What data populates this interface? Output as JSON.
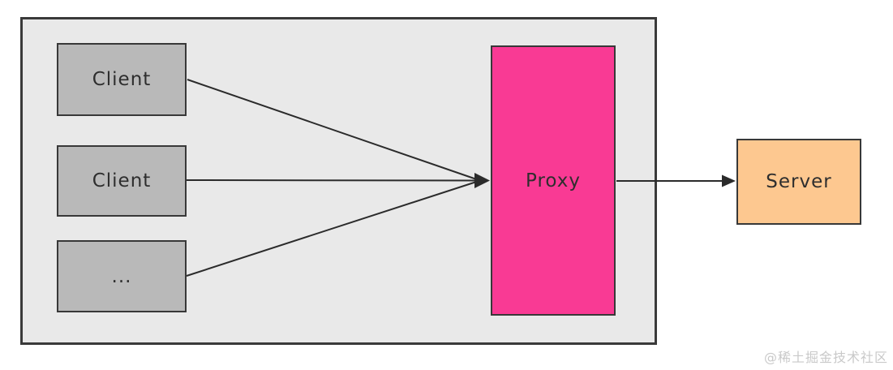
{
  "diagram": {
    "nodes": [
      {
        "id": "client-1",
        "label": "Client",
        "fill": "#b9b9b9"
      },
      {
        "id": "client-2",
        "label": "Client",
        "fill": "#b9b9b9"
      },
      {
        "id": "client-more",
        "label": "...",
        "fill": "#b9b9b9"
      },
      {
        "id": "proxy",
        "label": "Proxy",
        "fill": "#f93a94"
      },
      {
        "id": "server",
        "label": "Server",
        "fill": "#fdc890"
      }
    ],
    "edges": [
      {
        "from": "client-1",
        "to": "proxy",
        "arrow": true
      },
      {
        "from": "client-2",
        "to": "proxy",
        "arrow": true
      },
      {
        "from": "client-more",
        "to": "proxy",
        "arrow": true
      },
      {
        "from": "proxy",
        "to": "server",
        "arrow": true
      }
    ],
    "colors": {
      "canvas_bg": "#ffffff",
      "group_fill": "#e9e9e9",
      "group_border": "#3a3a3a",
      "client_fill": "#b9b9b9",
      "proxy_fill": "#f93a94",
      "server_fill": "#fdc890",
      "edge_stroke": "#2b2b2b",
      "label_color": "#2e2e2e",
      "watermark_color": "#c9c9c9"
    },
    "watermark": "@稀土掘金技术社区"
  }
}
